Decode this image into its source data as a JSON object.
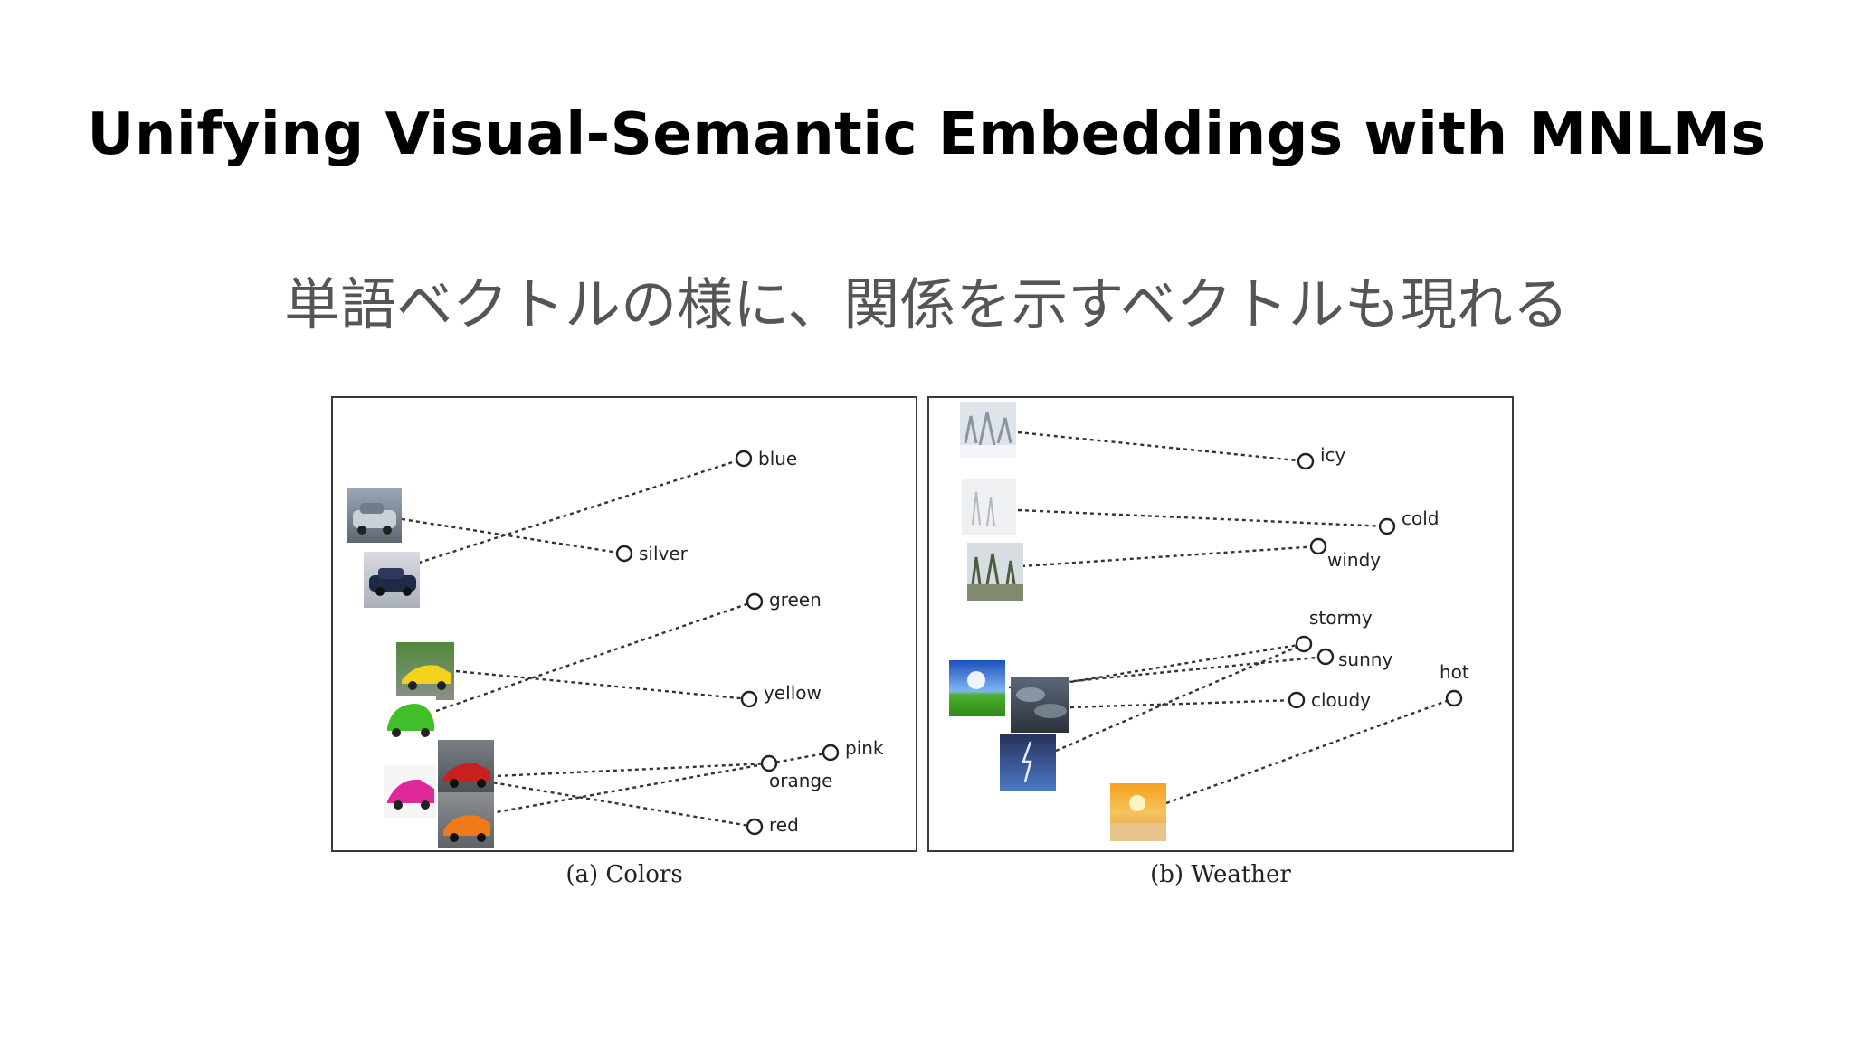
{
  "slide": {
    "title": "Unifying Visual-Semantic Embeddings with MNLMs",
    "subtitle": "単語ベクトルの様に、関係を示すベクトルも現れる"
  },
  "panels": {
    "colors": {
      "caption": "(a) Colors",
      "words": [
        {
          "id": "blue",
          "label": "blue"
        },
        {
          "id": "silver",
          "label": "silver"
        },
        {
          "id": "green",
          "label": "green"
        },
        {
          "id": "yellow",
          "label": "yellow"
        },
        {
          "id": "pink",
          "label": "pink"
        },
        {
          "id": "orange",
          "label": "orange"
        },
        {
          "id": "red",
          "label": "red"
        }
      ],
      "images": [
        {
          "id": "silver-car",
          "depicts": "silver car"
        },
        {
          "id": "blue-car",
          "depicts": "dark blue car"
        },
        {
          "id": "yellow-car",
          "depicts": "yellow sports car"
        },
        {
          "id": "green-car",
          "depicts": "green car"
        },
        {
          "id": "red-car",
          "depicts": "red car"
        },
        {
          "id": "pink-car",
          "depicts": "pink car"
        },
        {
          "id": "orange-car",
          "depicts": "orange car"
        }
      ]
    },
    "weather": {
      "caption": "(b) Weather",
      "words": [
        {
          "id": "icy",
          "label": "icy"
        },
        {
          "id": "cold",
          "label": "cold"
        },
        {
          "id": "windy",
          "label": "windy"
        },
        {
          "id": "stormy",
          "label": "stormy"
        },
        {
          "id": "sunny",
          "label": "sunny"
        },
        {
          "id": "cloudy",
          "label": "cloudy"
        },
        {
          "id": "hot",
          "label": "hot"
        }
      ],
      "images": [
        {
          "id": "snowy-trees",
          "depicts": "snow-covered trees"
        },
        {
          "id": "frosty-field",
          "depicts": "frosty white field"
        },
        {
          "id": "windy-road",
          "depicts": "trees by road"
        },
        {
          "id": "sunny-meadow",
          "depicts": "sun over green meadow"
        },
        {
          "id": "cloudy-sky",
          "depicts": "grey clouded sky"
        },
        {
          "id": "lightning-storm",
          "depicts": "lightning storm"
        },
        {
          "id": "hot-desert",
          "depicts": "orange sunset over sand"
        }
      ]
    }
  },
  "colors": {
    "line": "#333333",
    "title": "#000000",
    "subtitle": "#555555"
  }
}
